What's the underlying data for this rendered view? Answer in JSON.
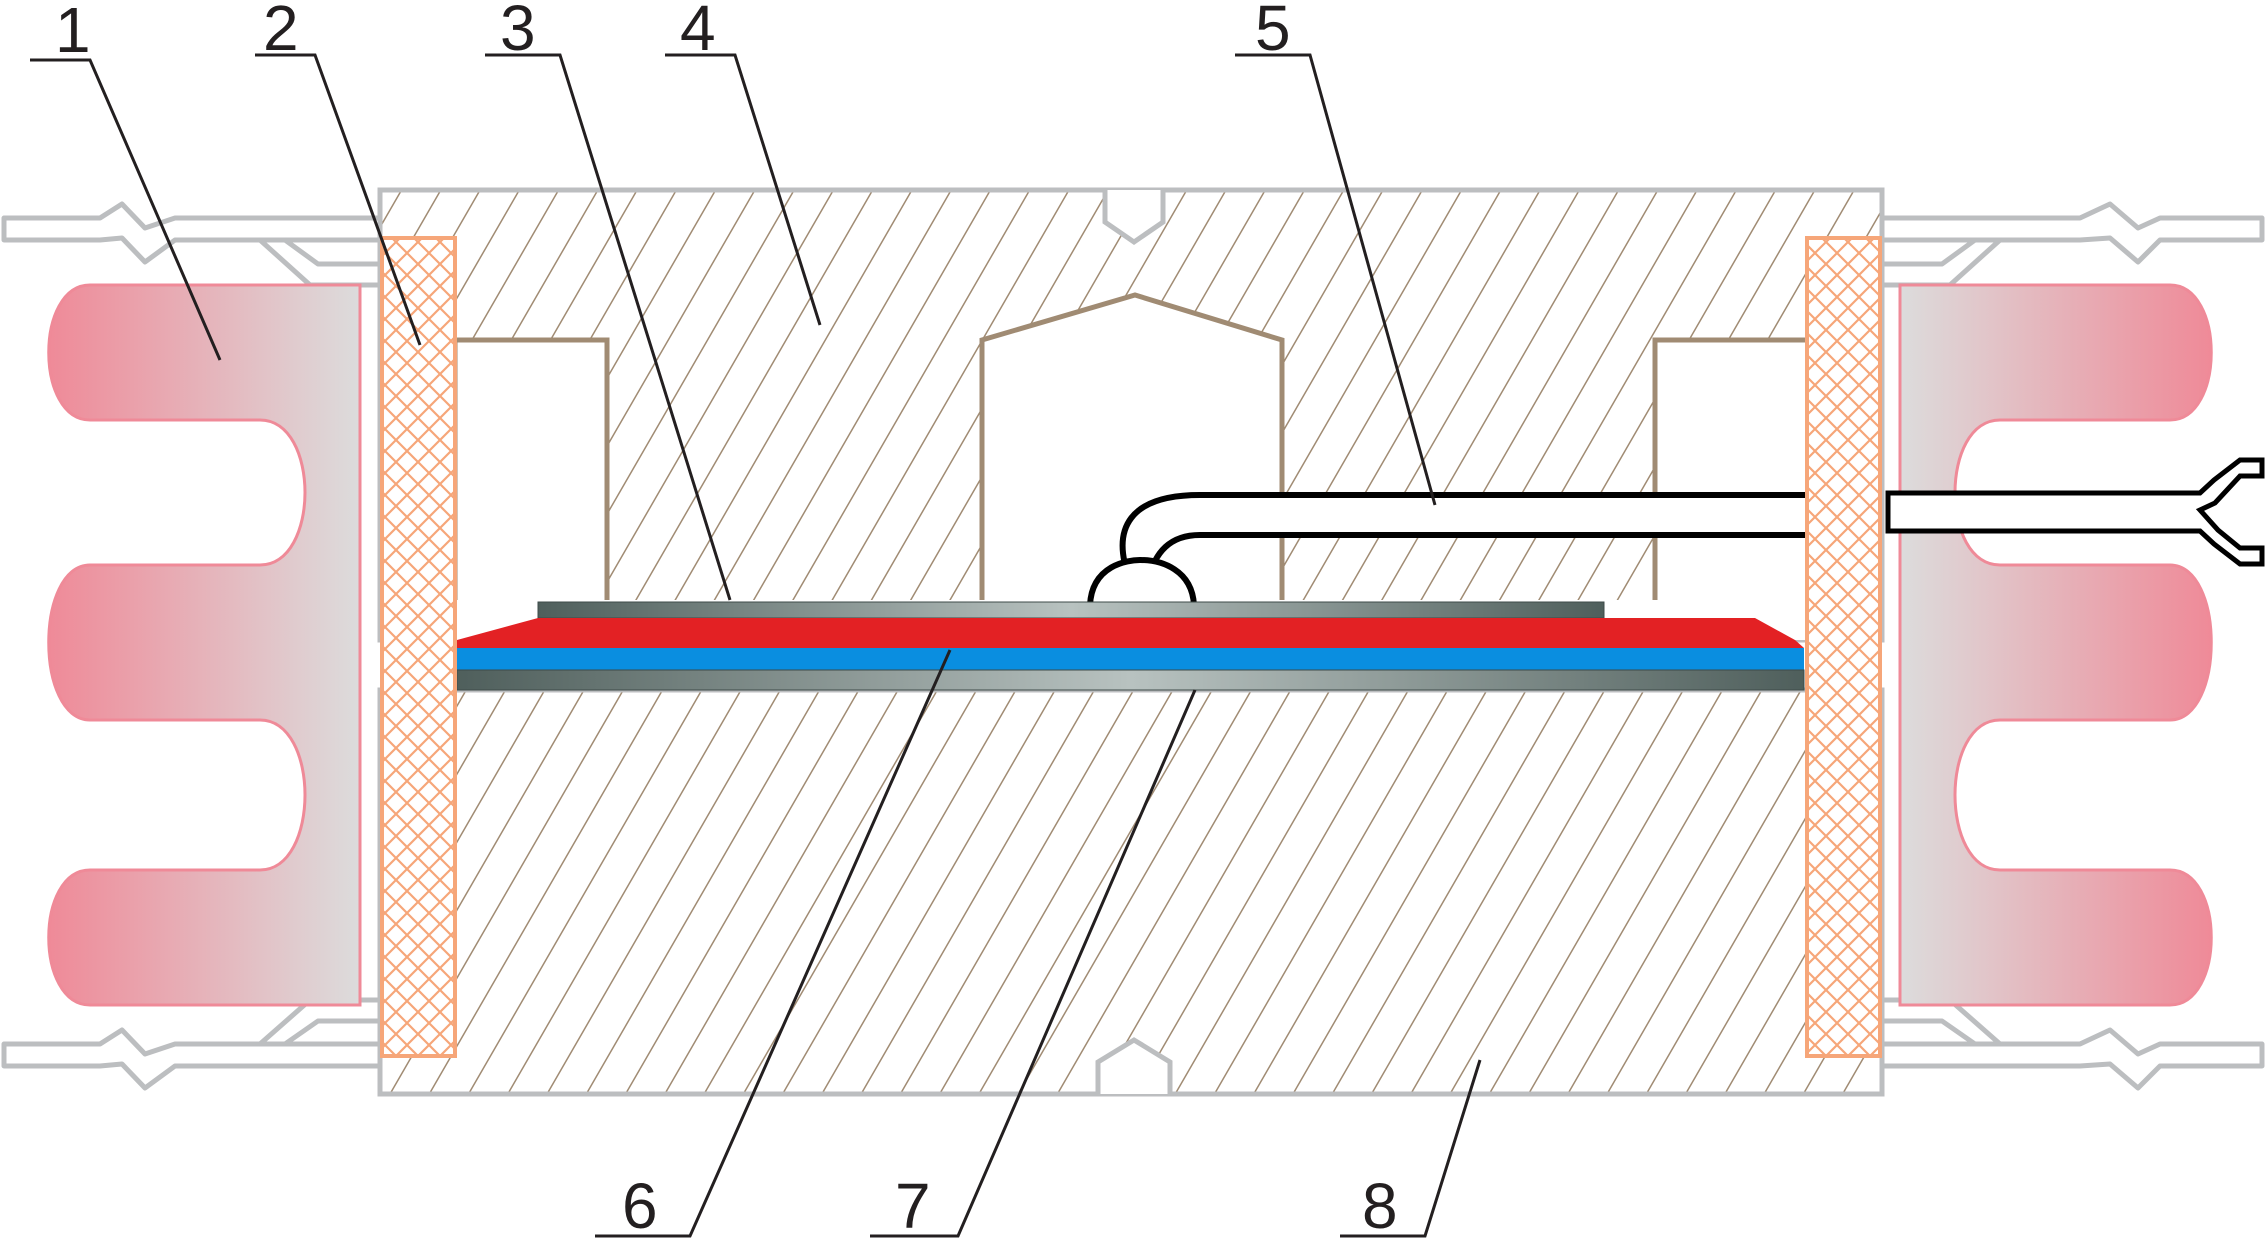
{
  "labels": {
    "n1": "1",
    "n2": "2",
    "n3": "3",
    "n4": "4",
    "n5": "5",
    "n6": "6",
    "n7": "7",
    "n8": "8"
  },
  "colors": {
    "hatch": "#a08b73",
    "housing_outline": "#bcbec0",
    "insulator_pink": "#ef8a98",
    "insulator_grey": "#dcdcdc",
    "gasket": "#f6a679",
    "red_layer": "#e32124",
    "blue_layer": "#0a8ee0",
    "gray_plate": "#5a6b68",
    "leader": "#231f20"
  }
}
